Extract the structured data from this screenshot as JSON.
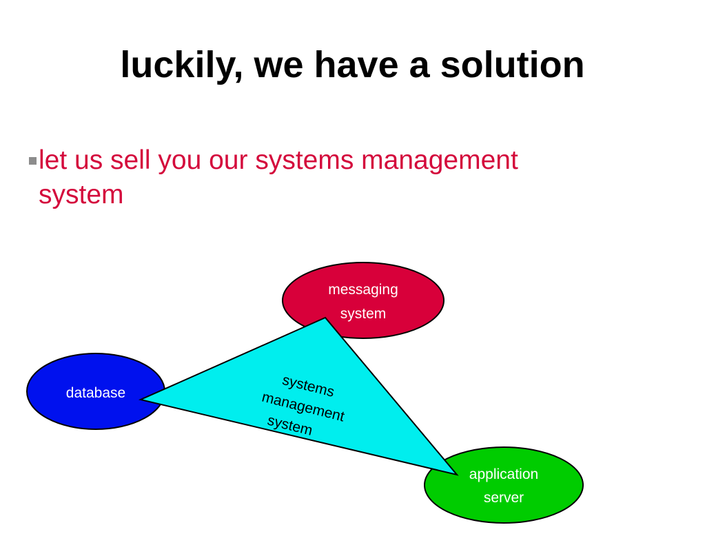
{
  "slide": {
    "title": "luckily, we have a solution",
    "bullets": [
      {
        "lines": [
          "let us sell you our systems management",
          "system"
        ]
      }
    ]
  },
  "diagram": {
    "nodes": {
      "messaging": {
        "lines": [
          "messaging",
          "system"
        ],
        "fill": "#d8003a",
        "text_color": "#ffffff"
      },
      "database": {
        "lines": [
          "database"
        ],
        "fill": "#0011ee",
        "text_color": "#ffffff"
      },
      "application": {
        "lines": [
          "application",
          "server"
        ],
        "fill": "#00cc00",
        "text_color": "#ffffff"
      }
    },
    "hub": {
      "lines": [
        "systems",
        "management",
        "system"
      ],
      "fill": "#00eeee",
      "text_color": "#000000"
    }
  }
}
